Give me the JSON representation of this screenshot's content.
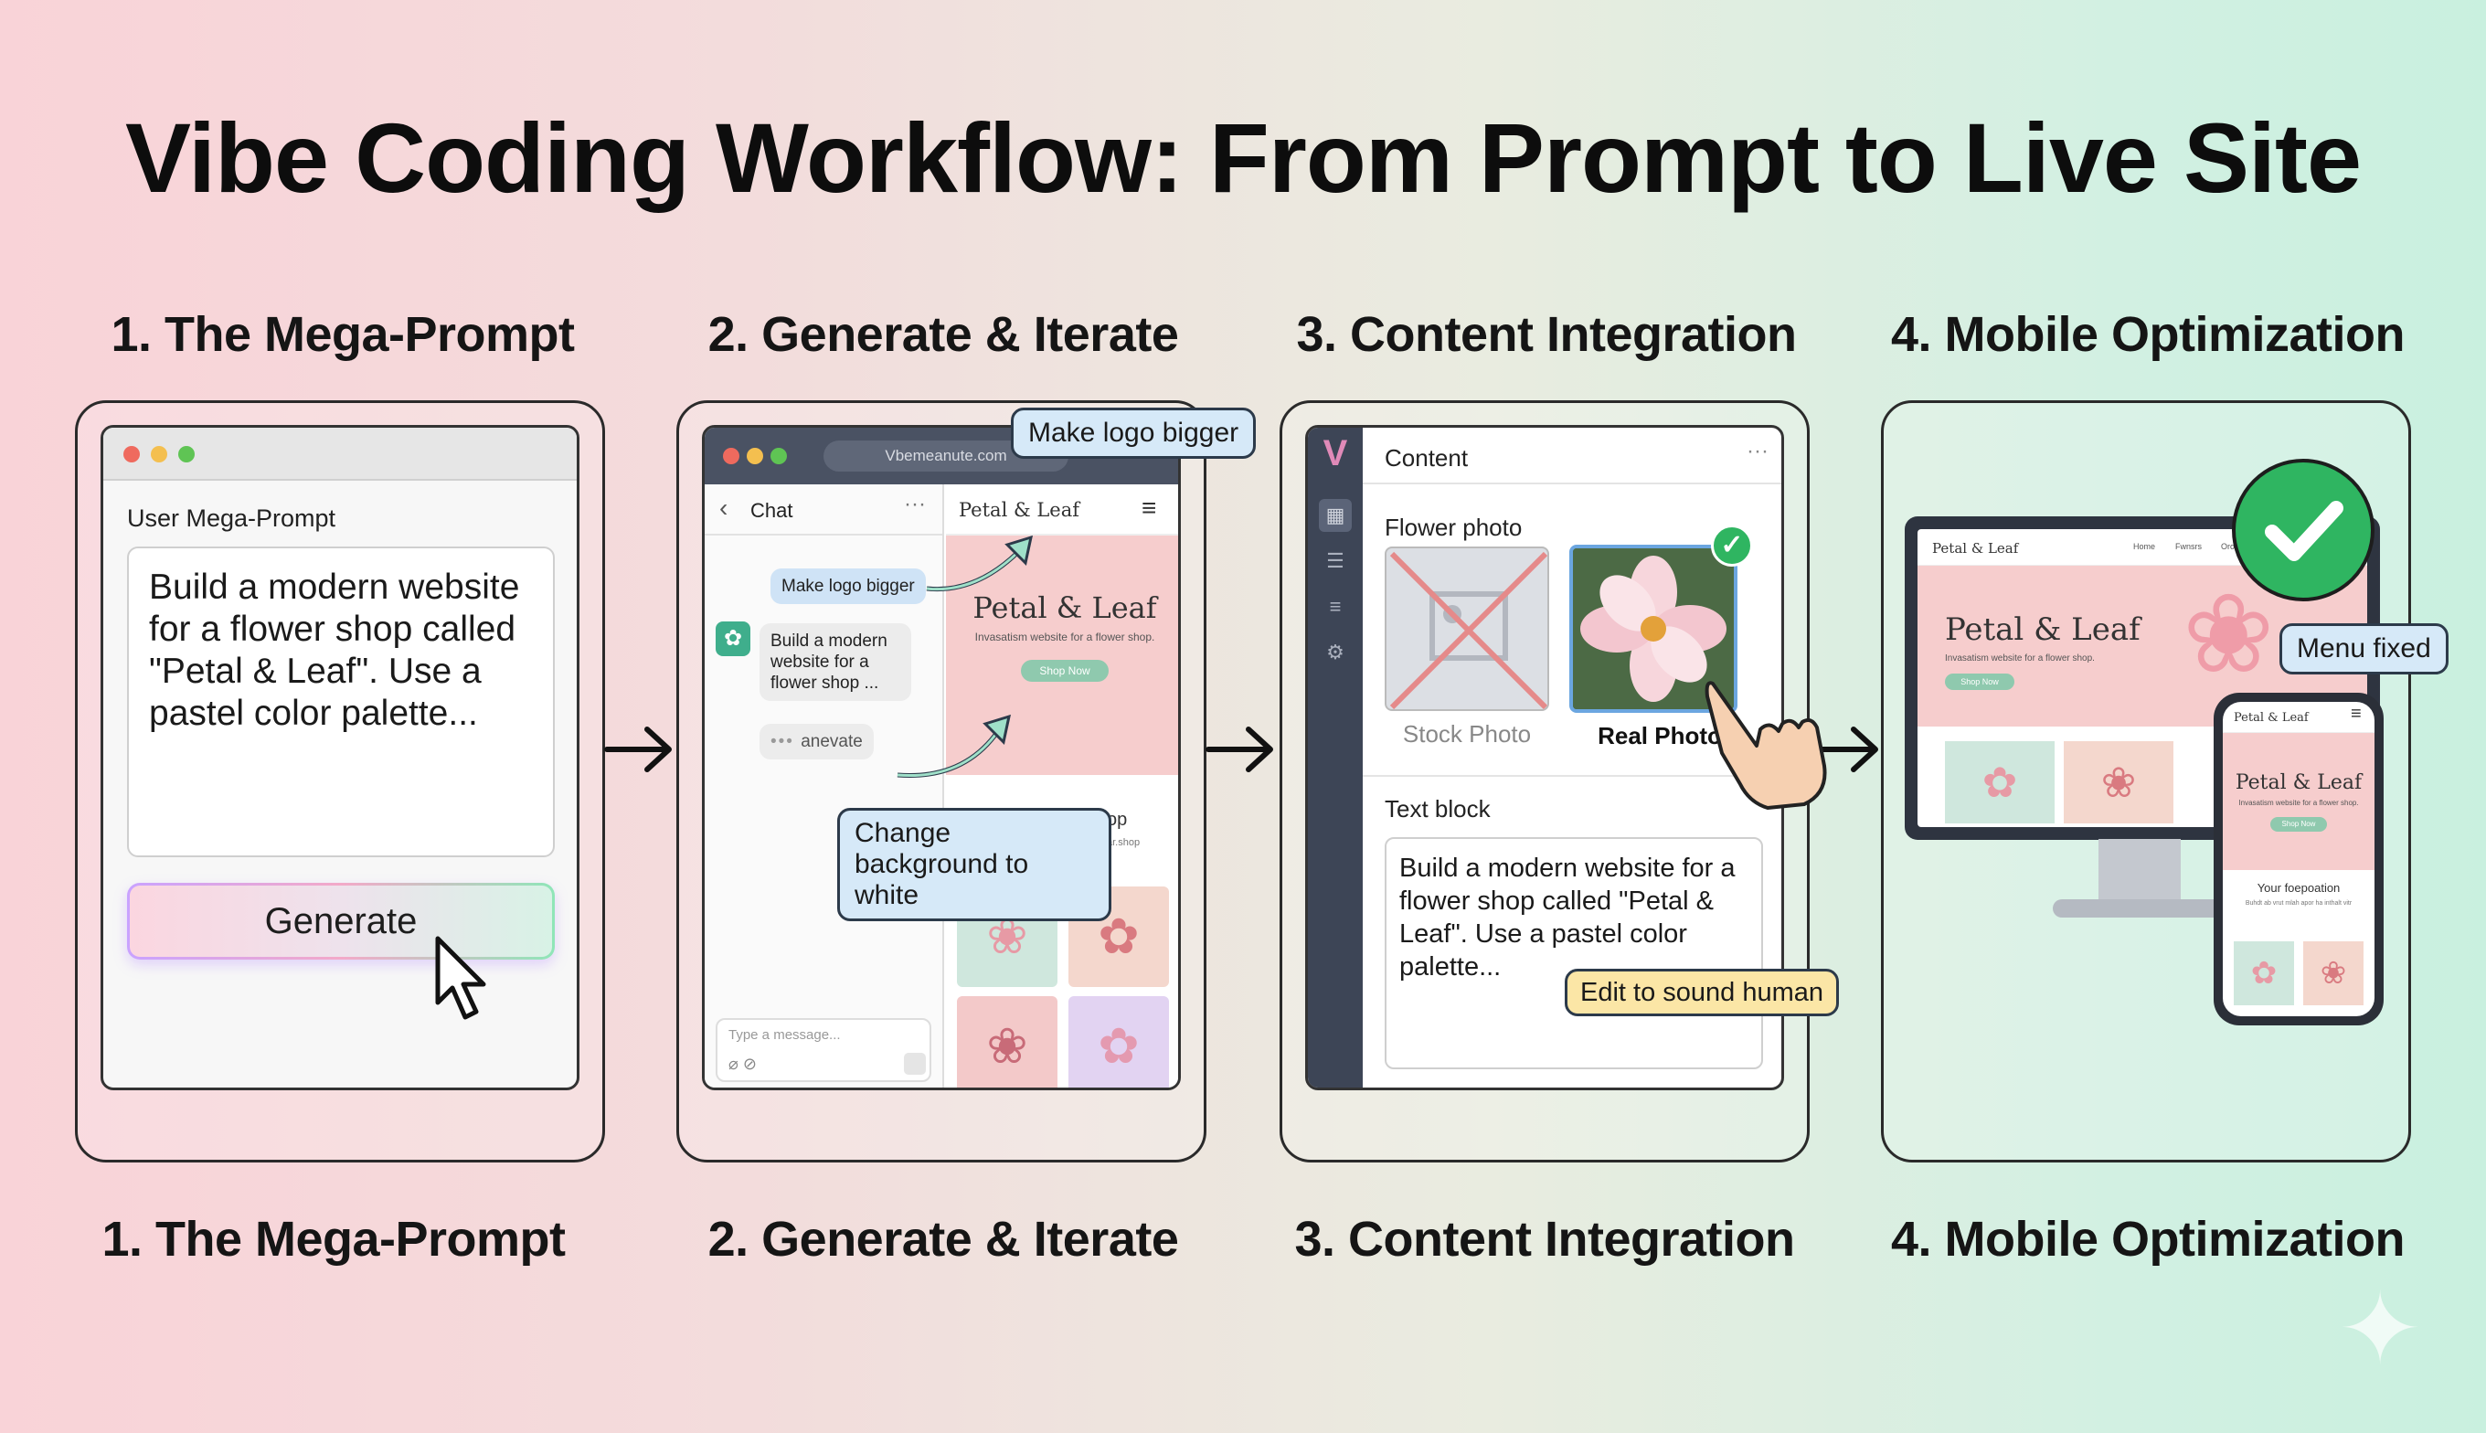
{
  "title": "Vibe Coding Workflow: From Prompt to Live Site",
  "steps": [
    {
      "label": "1. The Mega-Prompt"
    },
    {
      "label": "2. Generate & Iterate"
    },
    {
      "label": "3. Content Integration"
    },
    {
      "label": "4. Mobile Optimization"
    }
  ],
  "panel1": {
    "field_label": "User Mega-Prompt",
    "prompt_text": "Build a modern website for a flower shop called \"Petal & Leaf\". Use a pastel color palette...",
    "button_label": "Generate"
  },
  "panel2": {
    "url": "Vbemeanute.com",
    "chat_header": "Chat",
    "user_message": "Make logo bigger",
    "ai_reply": "Build a modern website for a flower shop ...",
    "typing_text": "anevate",
    "input_placeholder": "Type a message...",
    "site_logo": "Petal & Leaf",
    "site_title": "Petal & Leaf",
    "site_subtitle": "Invasatism website for a flower shop.",
    "site_button": "Shop Now",
    "partial_text_1": "op",
    "partial_text_2": "ar.shop",
    "callout_top": "Make logo bigger",
    "callout_bottom": "Change background to white"
  },
  "panel3": {
    "logo": "V",
    "header": "Content",
    "flower_label": "Flower photo",
    "stock_label": "Stock Photo",
    "real_label": "Real Photo",
    "text_label": "Text block",
    "text_body": "Build a modern website for a flower shop called \"Petal & Leaf\". Use a pastel color palette...",
    "callout": "Edit to sound human"
  },
  "panel4": {
    "desktop_logo": "Petal & Leaf",
    "nav": [
      "Home",
      "Fwnsrs",
      "Oro"
    ],
    "desktop_title": "Petal & Leaf",
    "desktop_subtitle": "Invasatism website for a flower shop.",
    "desktop_button": "Shop Now",
    "mobile_logo": "Petal & Leaf",
    "mobile_title": "Petal & Leaf",
    "mobile_subtitle": "Invasatism website for a flower shop.",
    "mobile_button": "Shop Now",
    "mobile_section": "Your foepoation",
    "mobile_section_sub": "Buhdt ab vrut mlah apor ha inthalt vitr",
    "callout": "Menu fixed"
  },
  "colors": {
    "bg_left": "#f9d3d8",
    "bg_right": "#c9f0df",
    "callout_blue": "#d6e9f8",
    "callout_yellow": "#fbe6a6",
    "pink_hero": "#f6cdcd",
    "shop_button": "#8fc9ae",
    "check_green": "#2fb561"
  }
}
